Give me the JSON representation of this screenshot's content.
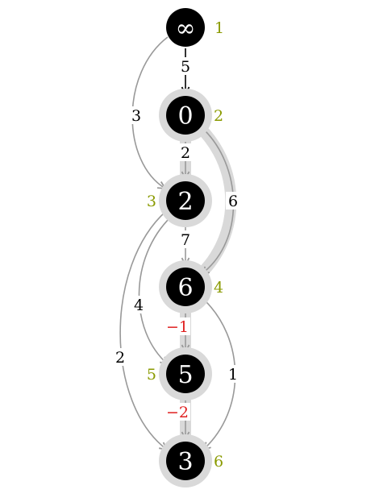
{
  "colors": {
    "node_fill": "#000000",
    "node_text": "#ffffff",
    "node_halo": "#d9d9d9",
    "path_highlight": "#d9d9d9",
    "order_label": "#8a9a00",
    "edge_default": "#999999",
    "edge_source": "#000000",
    "weight_default": "#000000",
    "weight_negative": "#e02020"
  },
  "nodes": [
    {
      "id": "n1",
      "label": "∞",
      "order": "1",
      "halo": false
    },
    {
      "id": "n2",
      "label": "0",
      "order": "2",
      "halo": true
    },
    {
      "id": "n3",
      "label": "2",
      "order": "3",
      "halo": true
    },
    {
      "id": "n4",
      "label": "6",
      "order": "4",
      "halo": true
    },
    {
      "id": "n5",
      "label": "5",
      "order": "5",
      "halo": true
    },
    {
      "id": "n6",
      "label": "3",
      "order": "6",
      "halo": true
    }
  ],
  "edges": [
    {
      "from": "n1",
      "to": "n2",
      "weight": "5",
      "negative": false
    },
    {
      "from": "n1",
      "to": "n3",
      "weight": "3",
      "negative": false
    },
    {
      "from": "n2",
      "to": "n3",
      "weight": "2",
      "negative": false
    },
    {
      "from": "n2",
      "to": "n4",
      "weight": "6",
      "negative": false
    },
    {
      "from": "n3",
      "to": "n4",
      "weight": "7",
      "negative": false
    },
    {
      "from": "n3",
      "to": "n5",
      "weight": "4",
      "negative": false
    },
    {
      "from": "n3",
      "to": "n6",
      "weight": "2",
      "negative": false
    },
    {
      "from": "n4",
      "to": "n5",
      "weight": "−1",
      "negative": true
    },
    {
      "from": "n4",
      "to": "n6",
      "weight": "1",
      "negative": false
    },
    {
      "from": "n5",
      "to": "n6",
      "weight": "−2",
      "negative": true
    }
  ]
}
